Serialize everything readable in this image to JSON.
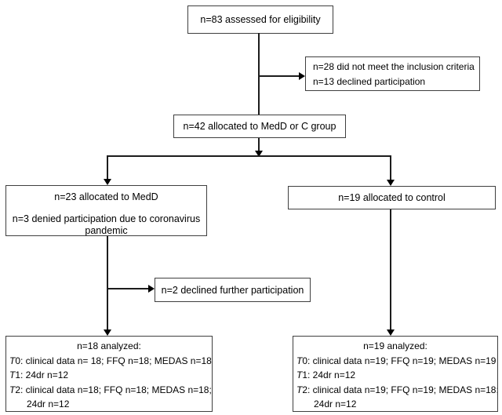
{
  "palette": {
    "background": "#ffffff",
    "box_border": "#3f3f3f",
    "line": "#000000",
    "text": "#000000"
  },
  "flowchart": {
    "eligibility": {
      "text": "n=83 assessed for eligibility"
    },
    "exclusion": {
      "line1": "n=28 did not meet the inclusion criteria",
      "line2": "n=13 declined participation"
    },
    "allocation": {
      "text": "n=42 allocated to MedD or C group"
    },
    "medd": {
      "line1": "n=23 allocated to MedD",
      "line2": "n=3 denied participation due to coronavirus pandemic"
    },
    "control": {
      "text": "n=19 allocated to control"
    },
    "declined": {
      "text": "n=2 declined further participation"
    },
    "medd_analyzed": {
      "title": "n=18 analyzed:",
      "t0_label": "T",
      "t0_text": "0: clinical data n= 18; FFQ n=18; MEDAS n=18",
      "t1_label": "T",
      "t1_text": "1: 24dr n=12",
      "t2_label": "T",
      "t2_text": "2: clinical data n=18; FFQ n=18; MEDAS n=18;",
      "t2_cont": "24dr n=12"
    },
    "control_analyzed": {
      "title": "n=19 analyzed:",
      "t0_label": "T",
      "t0_text": "0: clinical data n=19; FFQ n=19; MEDAS n=19",
      "t1_label": "T",
      "t1_text": "1: 24dr n=12",
      "t2_label": "T",
      "t2_text": "2: clinical data n=19; FFQ n=19; MEDAS n=18;",
      "t2_cont": "24dr n=12"
    }
  }
}
